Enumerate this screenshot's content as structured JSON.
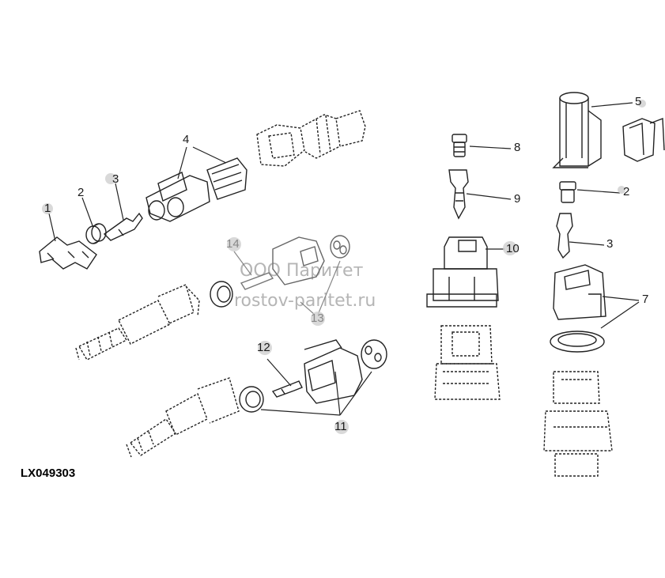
{
  "drawing_id": "LX049303",
  "watermark": {
    "line1": "ООО Паритет",
    "line2": "rostov-paritet.ru"
  },
  "callouts": {
    "c1": "1",
    "c2_left": "2",
    "c3_left": "3",
    "c4": "4",
    "c5": "5",
    "c2_right": "2",
    "c3_right": "3",
    "c7": "7",
    "c8": "8",
    "c9": "9",
    "c10": "10",
    "c11": "11",
    "c12": "12",
    "c13": "13",
    "c14": "14"
  }
}
